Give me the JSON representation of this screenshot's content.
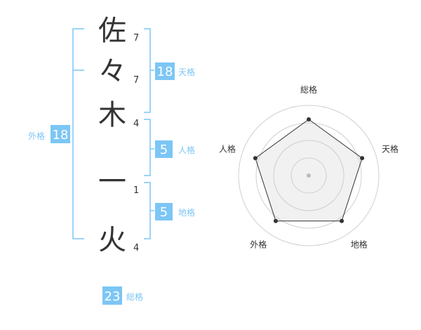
{
  "name": {
    "chars": [
      {
        "char": "佐",
        "strokes": "7"
      },
      {
        "char": "々",
        "strokes": "7"
      },
      {
        "char": "木",
        "strokes": "4"
      },
      {
        "char": "一",
        "strokes": "1"
      },
      {
        "char": "火",
        "strokes": "4"
      }
    ]
  },
  "kaku": {
    "tenkaku": {
      "value": "18",
      "label": "天格"
    },
    "jinkaku": {
      "value": "5",
      "label": "人格"
    },
    "chikaku": {
      "value": "5",
      "label": "地格"
    },
    "gaikaku": {
      "value": "18",
      "label": "外格"
    },
    "soukaku": {
      "value": "23",
      "label": "総格"
    }
  },
  "chart_data": {
    "type": "radar",
    "axes": [
      "総格",
      "天格",
      "地格",
      "外格",
      "人格"
    ],
    "levels": 4,
    "values": [
      4,
      4,
      4,
      4,
      4
    ],
    "max": 5,
    "colors": {
      "accent": "#7cc6f5",
      "line": "#333333",
      "grid": "#d0d0d0"
    }
  }
}
